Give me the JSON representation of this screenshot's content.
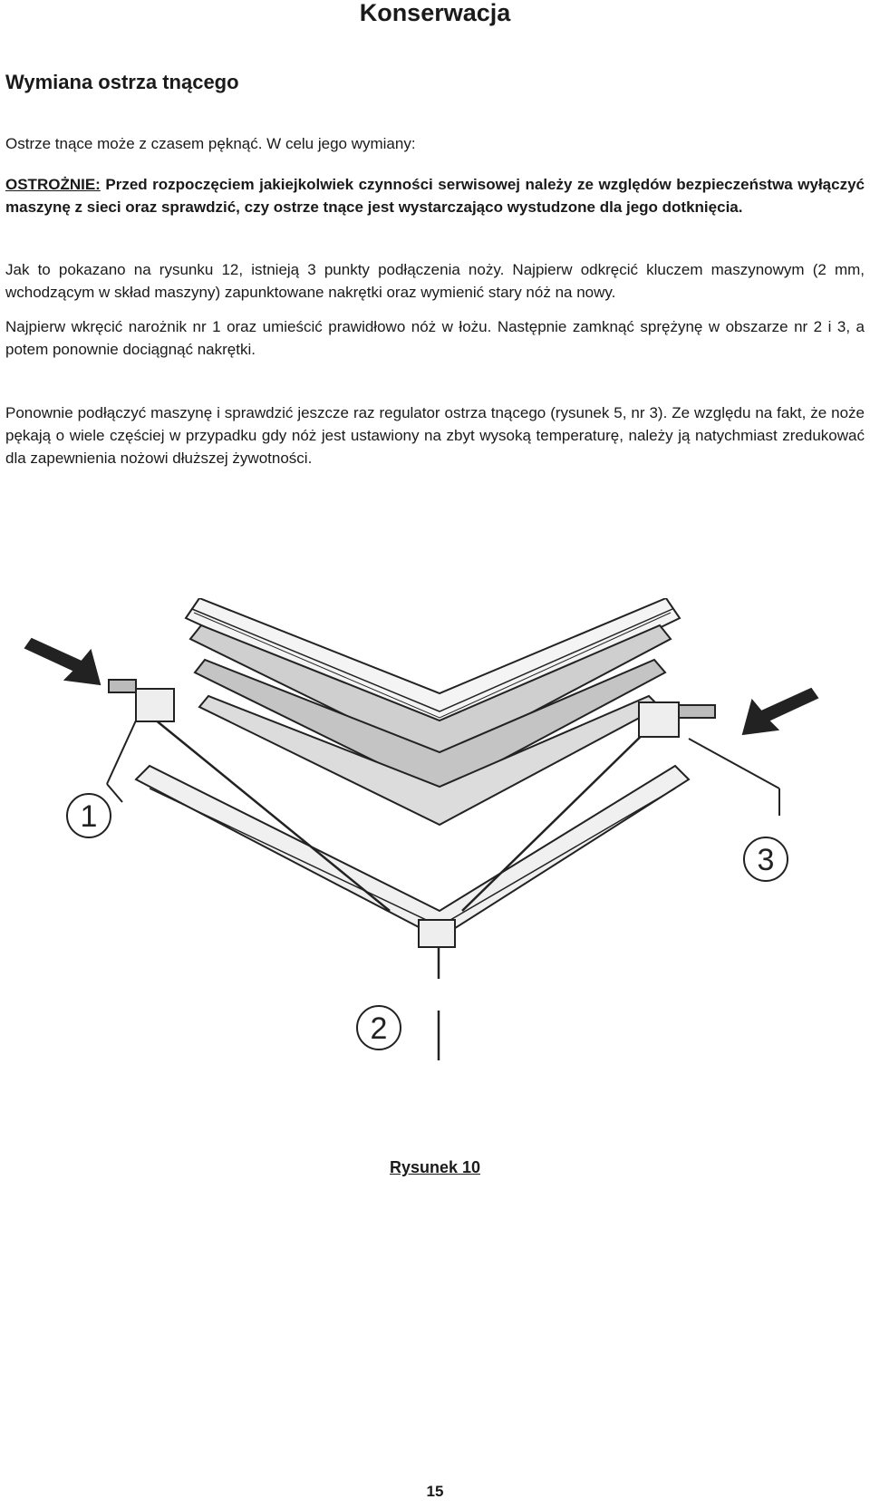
{
  "page": {
    "title": "Konserwacja",
    "section_heading": "Wymiana ostrza tnącego",
    "intro": "Ostrze tnące może z czasem pęknąć. W celu jego wymiany:",
    "caution_label": "OSTROŻNIE:",
    "caution_text": " Przed rozpoczęciem jakiejkolwiek czynności serwisowej należy ze względów bezpieczeństwa wyłączyć maszynę z sieci oraz sprawdzić, czy ostrze tnące jest wystarczająco wystudzone dla jego dotknięcia.",
    "para_1": "Jak to pokazano na rysunku 12, istnieją 3 punkty podłączenia noży. Najpierw odkręcić kluczem maszynowym (2 mm, wchodzącym w skład maszyny) zapunktowane nakrętki oraz wymienić stary nóż na nowy.",
    "para_2": "Najpierw wkręcić narożnik nr 1 oraz umieścić prawidłowo nóż w łożu. Następnie zamknąć sprężynę w obszarze nr 2 i 3, a potem ponownie dociągnąć nakrętki.",
    "para_3": "Ponownie podłączyć maszynę i sprawdzić jeszcze raz regulator ostrza tnącego (rysunek 5, nr 3). Ze względu na fakt, że noże pękają o wiele częściej w przypadku gdy nóż jest ustawiony na zbyt wysoką temperaturę, należy ją natychmiast zredukować dla zapewnienia nożowi dłuższej żywotności.",
    "figure": {
      "label_1": "1",
      "label_2": "2",
      "label_3": "3",
      "caption": "Rysunek 10"
    },
    "page_number": "15"
  }
}
